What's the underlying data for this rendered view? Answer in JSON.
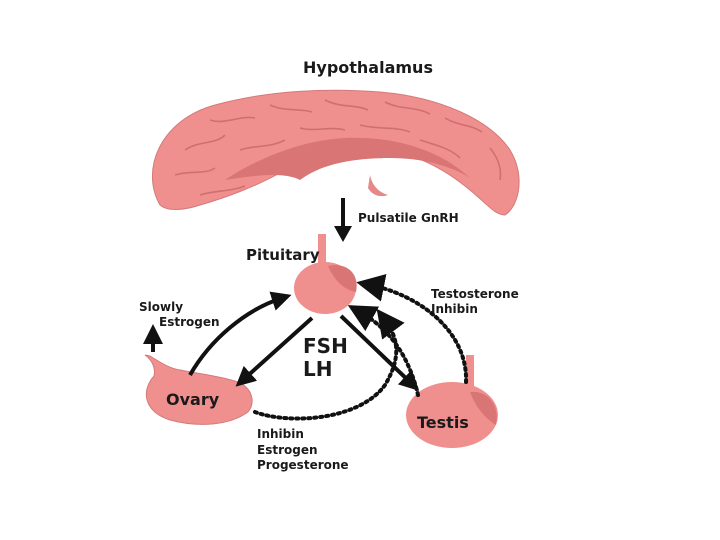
{
  "labels": {
    "hypothalamus": "Hypothalamus",
    "gnrh": "Pulsatile GnRH",
    "pituitary": "Pituitary",
    "slowly": "Slowly",
    "estrogen_secretion": "Estrogen",
    "testosterone": "Testosterone",
    "inhibin_male": "Inhibin",
    "fsh": "FSH",
    "lh": "LH",
    "ovary": "Ovary",
    "testis": "Testis",
    "inhibin_female": "Inhibin",
    "estrogen_female": "Estrogen",
    "progesterone": "Progesterone"
  },
  "colors": {
    "tissue": "#f0908e",
    "tissue_dark": "#d06e6e",
    "tissue_light": "#f7b1ad",
    "arrow": "#111111",
    "text": "#1a1a1a"
  }
}
